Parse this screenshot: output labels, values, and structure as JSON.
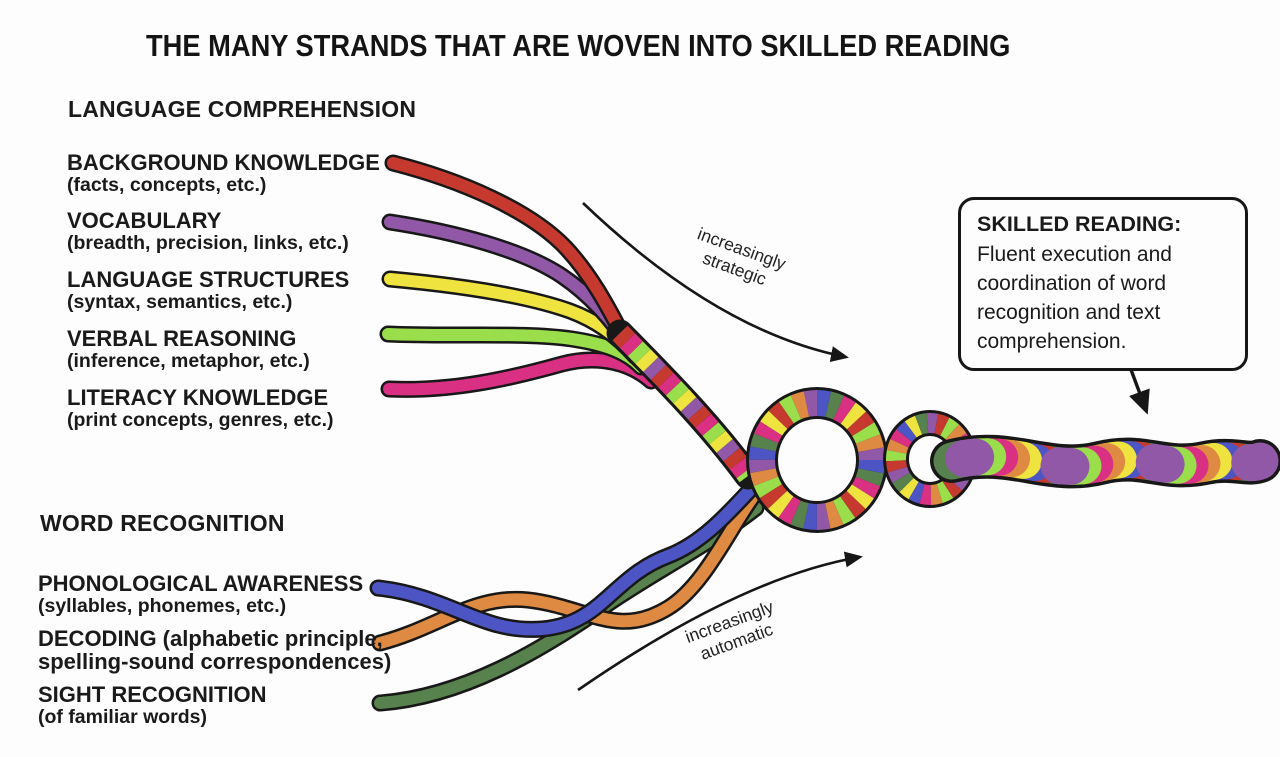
{
  "title": "THE MANY STRANDS THAT ARE WOVEN INTO SKILLED READING",
  "upper": {
    "heading": "LANGUAGE COMPREHENSION",
    "strands": [
      {
        "name": "BACKGROUND KNOWLEDGE",
        "detail": "(facts, concepts, etc.)",
        "color": "#c6392e"
      },
      {
        "name": "VOCABULARY",
        "detail": "(breadth, precision, links, etc.)",
        "color": "#9158a8"
      },
      {
        "name": "LANGUAGE STRUCTURES",
        "detail": "(syntax, semantics, etc.)",
        "color": "#efe33f"
      },
      {
        "name": "VERBAL REASONING",
        "detail": "(inference, metaphor, etc.)",
        "color": "#9ade4b"
      },
      {
        "name": "LITERACY KNOWLEDGE",
        "detail": "(print concepts, genres, etc.)",
        "color": "#d93084"
      }
    ],
    "arrow_label": {
      "line1": "increasingly",
      "line2": "strategic"
    }
  },
  "lower": {
    "heading": "WORD RECOGNITION",
    "strands": [
      {
        "name": "PHONOLOGICAL AWARENESS",
        "detail": "(syllables, phonemes, etc.)",
        "color": "#4d55c4"
      },
      {
        "name": "DECODING (alphabetic principle,",
        "detail": "spelling-sound correspondences)",
        "color": "#df8a43"
      },
      {
        "name": "SIGHT RECOGNITION",
        "detail": "(of familiar words)",
        "color": "#57814d"
      }
    ],
    "arrow_label": {
      "line1": "increasingly",
      "line2": "automatic"
    }
  },
  "callout": {
    "title": "SKILLED READING:",
    "body": "Fluent execution and coordination of word recognition and text comprehension."
  },
  "palette": {
    "ink": "#161616",
    "rope_outline": "#181818",
    "background": "#fdfdfd"
  }
}
